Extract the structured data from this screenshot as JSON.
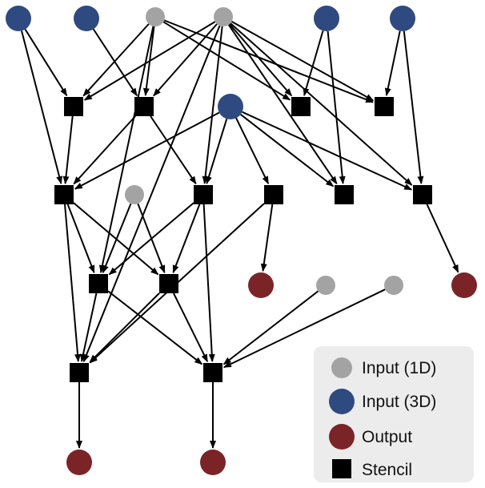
{
  "colors": {
    "input_1d": "#a3a3a3",
    "input_3d": "#2e4a80",
    "output": "#7b2427",
    "stencil": "#000000",
    "edge": "#000000",
    "legend_bg": "#ececec"
  },
  "legend": {
    "items": [
      {
        "type": "input_1d",
        "label": "Input (1D)"
      },
      {
        "type": "input_3d",
        "label": "Input (3D)"
      },
      {
        "type": "output",
        "label": "Output"
      },
      {
        "type": "stencil",
        "label": "Stencil"
      }
    ]
  },
  "graph": {
    "nodes": [
      {
        "id": "in3d_a",
        "type": "input_3d"
      },
      {
        "id": "in3d_b",
        "type": "input_3d"
      },
      {
        "id": "in1d_a",
        "type": "input_1d"
      },
      {
        "id": "in1d_b",
        "type": "input_1d"
      },
      {
        "id": "in3d_c",
        "type": "input_3d"
      },
      {
        "id": "in3d_d",
        "type": "input_3d"
      },
      {
        "id": "s1a",
        "type": "stencil"
      },
      {
        "id": "s1b",
        "type": "stencil"
      },
      {
        "id": "in3d_e",
        "type": "input_3d"
      },
      {
        "id": "s1c",
        "type": "stencil"
      },
      {
        "id": "s1d",
        "type": "stencil"
      },
      {
        "id": "s2a",
        "type": "stencil"
      },
      {
        "id": "in1d_c",
        "type": "input_1d"
      },
      {
        "id": "s2b",
        "type": "stencil"
      },
      {
        "id": "s2c",
        "type": "stencil"
      },
      {
        "id": "s2d",
        "type": "stencil"
      },
      {
        "id": "s2e",
        "type": "stencil"
      },
      {
        "id": "s3a",
        "type": "stencil"
      },
      {
        "id": "s3b",
        "type": "stencil"
      },
      {
        "id": "out_a",
        "type": "output"
      },
      {
        "id": "in1d_d",
        "type": "input_1d"
      },
      {
        "id": "in1d_e",
        "type": "input_1d"
      },
      {
        "id": "out_b",
        "type": "output"
      },
      {
        "id": "s4a",
        "type": "stencil"
      },
      {
        "id": "s4b",
        "type": "stencil"
      },
      {
        "id": "out_c",
        "type": "output"
      },
      {
        "id": "out_d",
        "type": "output"
      }
    ],
    "edges": [
      [
        "in3d_a",
        "s1a"
      ],
      [
        "in3d_a",
        "s2a"
      ],
      [
        "in3d_b",
        "s1b"
      ],
      [
        "in1d_a",
        "s1a"
      ],
      [
        "in1d_a",
        "s1b"
      ],
      [
        "in1d_a",
        "s1c"
      ],
      [
        "in1d_a",
        "s3a"
      ],
      [
        "in1d_a",
        "s1d"
      ],
      [
        "in1d_b",
        "s1b"
      ],
      [
        "in1d_b",
        "s1c"
      ],
      [
        "in1d_b",
        "s1d"
      ],
      [
        "in1d_b",
        "s2b"
      ],
      [
        "in1d_b",
        "s2d"
      ],
      [
        "in1d_b",
        "s2e"
      ],
      [
        "in1d_b",
        "s4a"
      ],
      [
        "in1d_b",
        "s1a"
      ],
      [
        "in3d_c",
        "s1c"
      ],
      [
        "in3d_c",
        "s2d"
      ],
      [
        "in3d_d",
        "s1d"
      ],
      [
        "in3d_d",
        "s2e"
      ],
      [
        "s1a",
        "s2a"
      ],
      [
        "s1b",
        "s2a"
      ],
      [
        "s1b",
        "s2b"
      ],
      [
        "in3d_e",
        "s2a"
      ],
      [
        "in3d_e",
        "s2b"
      ],
      [
        "in3d_e",
        "s2c"
      ],
      [
        "in3d_e",
        "s2d"
      ],
      [
        "in3d_e",
        "s2e"
      ],
      [
        "s2a",
        "s3a"
      ],
      [
        "s2a",
        "s3b"
      ],
      [
        "s2a",
        "s4a"
      ],
      [
        "in1d_c",
        "s3a"
      ],
      [
        "in1d_c",
        "s3b"
      ],
      [
        "s2b",
        "s3a"
      ],
      [
        "s2b",
        "s3b"
      ],
      [
        "s2b",
        "s4b"
      ],
      [
        "s2c",
        "out_a"
      ],
      [
        "s2c",
        "s4a"
      ],
      [
        "s2e",
        "out_b"
      ],
      [
        "s3a",
        "s4a"
      ],
      [
        "s3a",
        "s4b"
      ],
      [
        "s3b",
        "s4a"
      ],
      [
        "s3b",
        "s4b"
      ],
      [
        "in1d_d",
        "s4b"
      ],
      [
        "in1d_e",
        "s4b"
      ],
      [
        "s4a",
        "out_c"
      ],
      [
        "s4b",
        "out_d"
      ]
    ]
  }
}
